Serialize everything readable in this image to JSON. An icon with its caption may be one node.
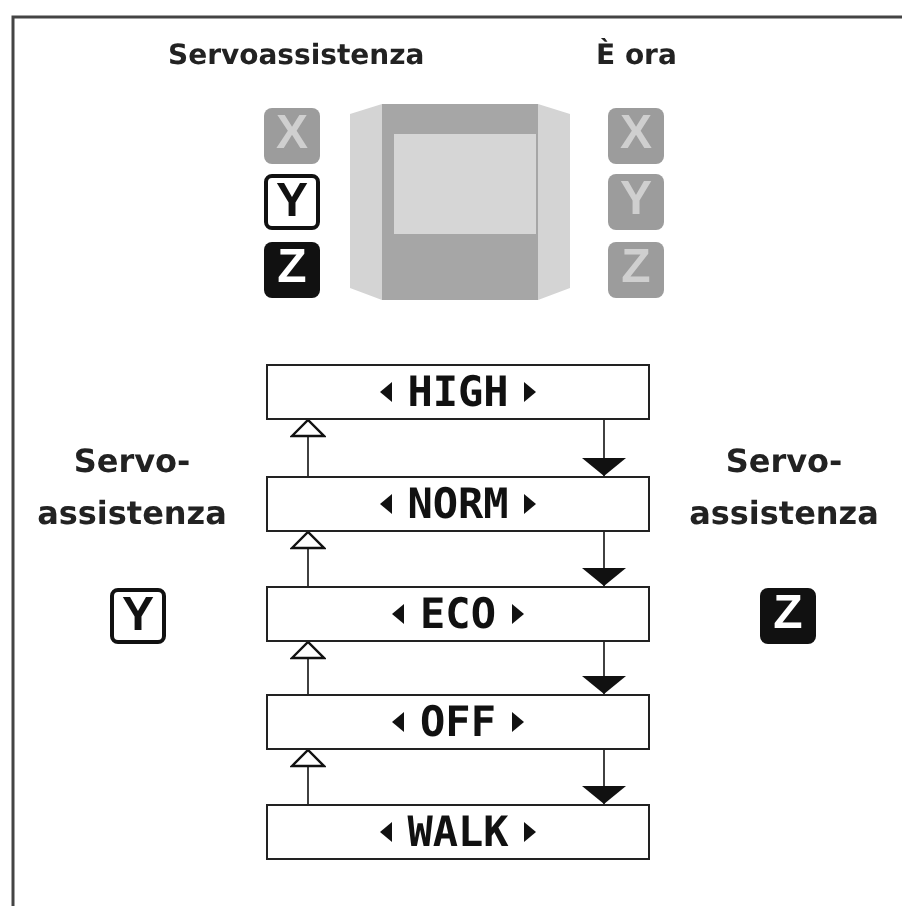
{
  "diagram": {
    "nodes": [
      {
        "text": [
          "HIGH"
        ]
      },
      {
        "text": [
          "NORM"
        ]
      },
      {
        "text": [
          "ECO"
        ]
      },
      {
        "text": [
          "OFF"
        ]
      },
      {
        "text": [
          "WALK"
        ]
      }
    ],
    "edges": [
      {
        "from": 1,
        "to": 0,
        "arrow": "to"
      },
      {
        "from": 0,
        "to": 1,
        "arrow": "to"
      },
      {
        "from": 2,
        "to": 1,
        "arrow": "to"
      },
      {
        "from": 1,
        "to": 2,
        "arrow": "to"
      },
      {
        "from": 3,
        "to": 2,
        "arrow": "to"
      },
      {
        "from": 2,
        "to": 3,
        "arrow": "to"
      },
      {
        "from": 4,
        "to": 3,
        "arrow": "to"
      },
      {
        "from": 3,
        "to": 4,
        "arrow": "to"
      }
    ],
    "labels": [
      "Servoassistenza",
      "È ora",
      "X",
      "Y",
      "Z",
      "X",
      "Y",
      "Z",
      "Servo-assistenza",
      "Servo-assistenza",
      "Y",
      "Z"
    ]
  }
}
